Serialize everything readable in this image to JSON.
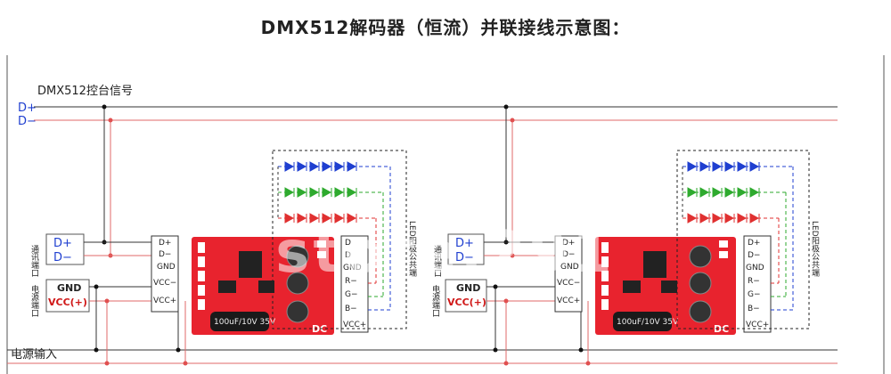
{
  "title": "DMX512解码器（恒流）并联接线示意图：",
  "signal_label": "DMX512控台信号",
  "bus": {
    "d_plus": "D+",
    "d_minus": "D−"
  },
  "power_input_label": "电源输入",
  "watermark": "store.291",
  "colors": {
    "blue": "#1f3fd0",
    "green": "#2eaa2e",
    "red": "#e03030",
    "board": "#e8232e",
    "bus_red": "#e06a6a"
  },
  "units": [
    {
      "signal_port_label": "通讯端口",
      "signal_pins": [
        "D+",
        "D−"
      ],
      "power_port_label": "电源端口",
      "power_pins": [
        "GND",
        "VCC(+)"
      ],
      "left_header": [
        "D+",
        "D−",
        "GND",
        "VCC−",
        "VCC+"
      ],
      "right_header": [
        "D",
        "D",
        "GND",
        "R−",
        "G−",
        "B−",
        "VCC+"
      ],
      "led_label": "LED阳极公共端",
      "cap_text": "100uF/10V  35V",
      "dc_label": "DC"
    },
    {
      "signal_port_label": "通讯端口",
      "signal_pins": [
        "D+",
        "D−"
      ],
      "power_port_label": "电源端口",
      "power_pins": [
        "GND",
        "VCC(+)"
      ],
      "left_header": [
        "D+",
        "D−",
        "GND",
        "VCC−",
        "VCC+"
      ],
      "right_header": [
        "D+",
        "D−",
        "GND",
        "R−",
        "G−",
        "B−",
        "VCC+"
      ],
      "led_label": "LED阳极公共端",
      "cap_text": "100uF/10V  35V",
      "dc_label": "DC"
    }
  ]
}
